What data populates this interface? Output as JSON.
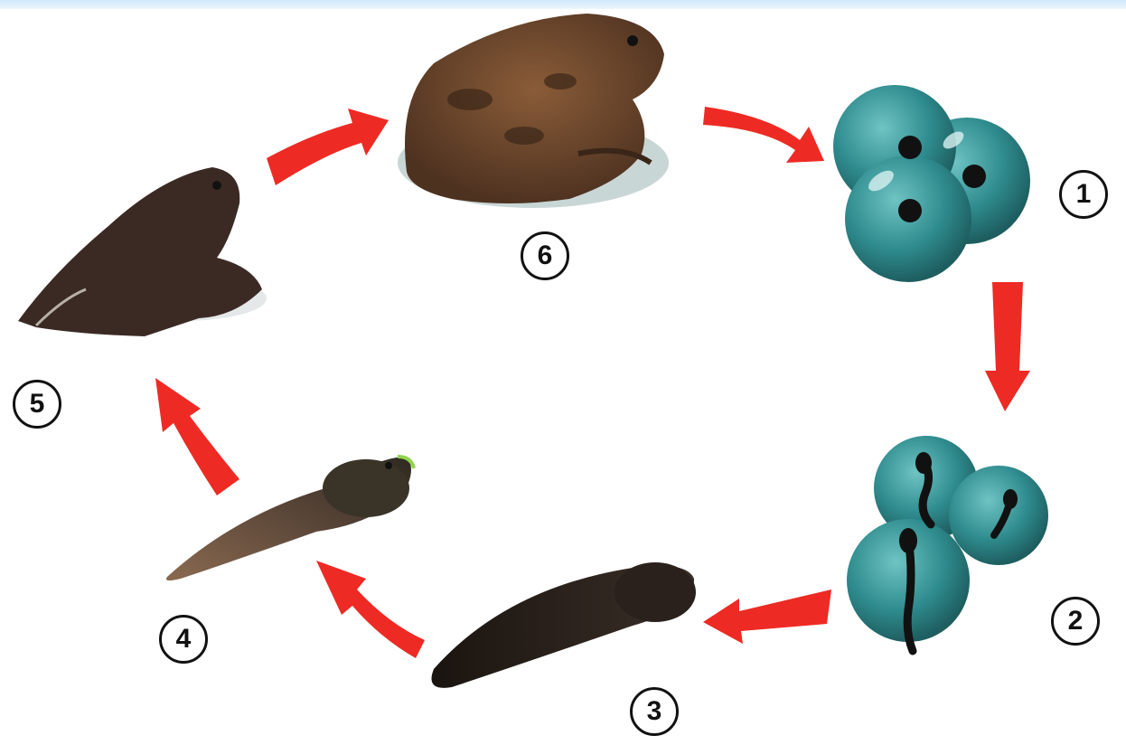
{
  "stages": [
    {
      "number": "1"
    },
    {
      "number": "2"
    },
    {
      "number": "3"
    },
    {
      "number": "4"
    },
    {
      "number": "5"
    },
    {
      "number": "6"
    }
  ],
  "colors": {
    "arrow": "#ee2a24",
    "egg_jelly": "#2f8c8e",
    "embryo": "#111111",
    "tadpole_dark": "#2a211c",
    "tadpole_legs": "#5a4a3a",
    "froglet": "#3b2a24",
    "frog": "#6e4a2e",
    "frog_spots": "#3a2618",
    "shadow": "#c9d6d6"
  },
  "icons": [
    "eggs",
    "embryo-eggs",
    "tadpole",
    "tadpole-with-legs",
    "froglet",
    "adult-frog",
    "cycle-arrow"
  ]
}
